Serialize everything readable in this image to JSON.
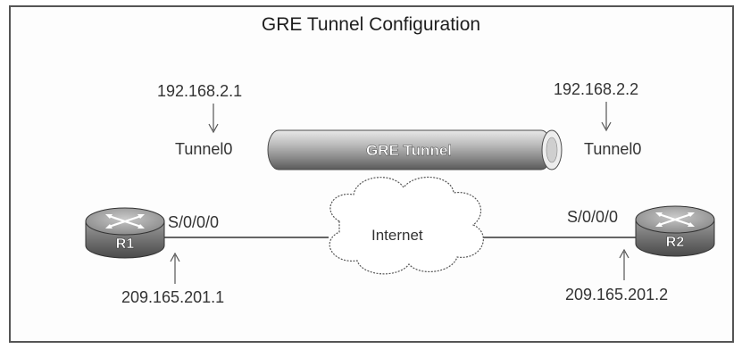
{
  "diagram": {
    "title": "GRE Tunnel Configuration",
    "tunnel_label": "GRE Tunnel",
    "cloud_label": "Internet",
    "r1": {
      "name": "R1",
      "tunnel_ip": "192.168.2.1",
      "tunnel_iface": "Tunnel0",
      "serial_port": "S/0/0/0",
      "public_ip": "209.165.201.1"
    },
    "r2": {
      "name": "R2",
      "tunnel_ip": "192.168.2.2",
      "tunnel_iface": "Tunnel0",
      "serial_port": "S/0/0/0",
      "public_ip": "209.165.201.2"
    }
  }
}
